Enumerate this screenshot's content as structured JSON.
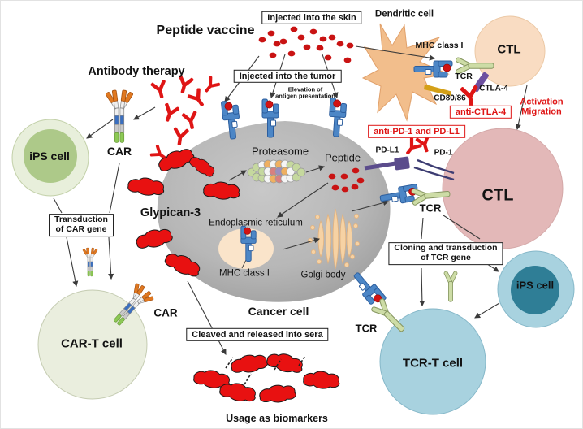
{
  "labels": {
    "peptide_vaccine": "Peptide vaccine",
    "antibody_therapy": "Antibody therapy",
    "dendritic_cell": "Dendritic cell",
    "mhc_class_i_top": "MHC class I",
    "ctl_top": "CTL",
    "tcr_top": "TCR",
    "ctla4": "CTLA-4",
    "cd80_86": "CD80/86",
    "activation_migration": "Activation\nMigration",
    "elevation": "Elevation of\nantigen presentation",
    "pdl1": "PD-L1",
    "pd1": "PD-1",
    "ips_cell_left": "iPS cell",
    "car_top": "CAR",
    "glypican3": "Glypican-3",
    "proteasome": "Proteasome",
    "peptide": "Peptide",
    "endoplasmic_reticulum": "Endoplasmic reticulum",
    "mhc_class_i_er": "MHC class I",
    "golgi_body": "Golgi body",
    "ctl_main": "CTL",
    "tcr_mid": "TCR",
    "car_bottom": "CAR",
    "car_t_cell": "CAR-T cell",
    "cancer_cell": "Cancer cell",
    "usage_biomarkers": "Usage as biomarkers",
    "tcr_bottom": "TCR",
    "tcr_t_cell": "TCR-T cell",
    "ips_cell_right": "iPS cell"
  },
  "boxes": {
    "injected_skin": "Injected into the skin",
    "injected_tumor": "Injected into the tumor",
    "anti_ctla4": "anti-CTLA-4",
    "anti_pd1_pdl1": "anti-PD-1 and PD-L1",
    "transduction_car": "Transduction\nof CAR gene",
    "cloning_tcr": "Cloning and transduction\nof TCR gene",
    "cleaved_sera": "Cleaved and released into sera"
  },
  "colors": {
    "red_accent": "#DF1515",
    "cancer_cell_gray": "#B5B5B5",
    "mhc_blue": "#4C86C6",
    "tcr_green": "#CDDCA6",
    "pdl1_purple": "#5B4C8C",
    "pd1_navy": "#3C3C72",
    "ctla4_purple": "#6C50A0",
    "cd80_86_gold": "#D4A017",
    "dendritic_orange": "#F2BE8C",
    "ctl_peach": "#F9DCC2",
    "ctl_pink": "#E3B8B8",
    "t_cell_blue": "#A8D2DF",
    "ips_inner_teal": "#2F7E96",
    "ips_left_outer_green": "#E8EFDB",
    "ips_left_inner_green": "#ADC989",
    "car_t_pale_green": "#EAEEDE",
    "car_orange": "#E07820"
  }
}
